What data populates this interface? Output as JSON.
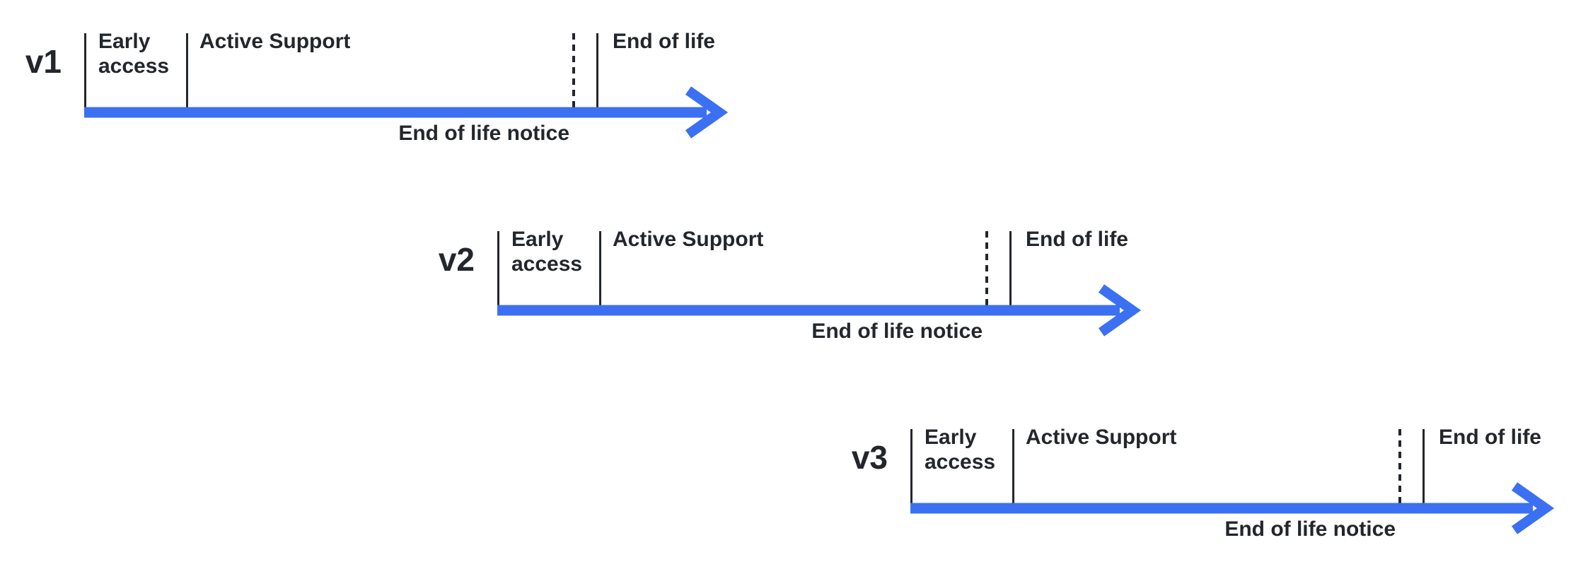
{
  "colors": {
    "arrow_blue": "#3b70f2",
    "ink": "#23272c",
    "background": "#ffffff"
  },
  "timelines": [
    {
      "version": "v1",
      "early_access": "Early access",
      "active_support": "Active Support",
      "end_of_life": "End of life",
      "end_of_life_notice": "End of life notice"
    },
    {
      "version": "v2",
      "early_access": "Early access",
      "active_support": "Active Support",
      "end_of_life": "End of life",
      "end_of_life_notice": "End of life notice"
    },
    {
      "version": "v3",
      "early_access": "Early access",
      "active_support": "Active Support",
      "end_of_life": "End of life",
      "end_of_life_notice": "End of life notice"
    }
  ]
}
